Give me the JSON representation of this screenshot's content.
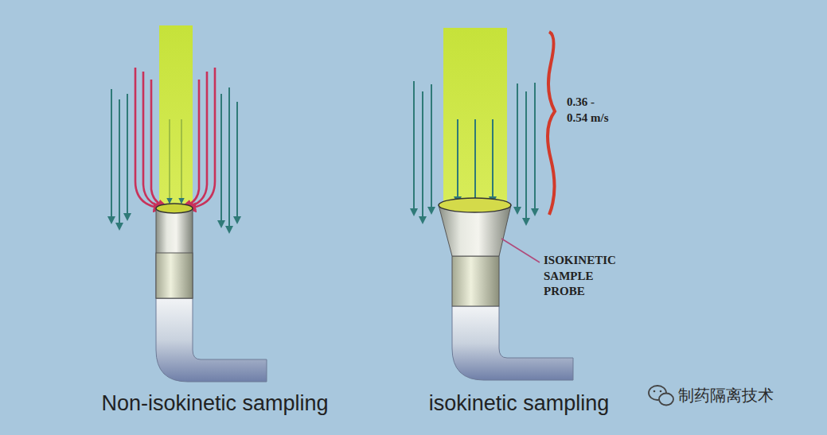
{
  "diagram": {
    "labels": [
      "Non-isokinetic sampling",
      "isokinetic sampling",
      "0.36 - 0.54 m/s",
      "ISOKINETIC SAMPLE PROBE",
      "制药隔离技术"
    ]
  }
}
